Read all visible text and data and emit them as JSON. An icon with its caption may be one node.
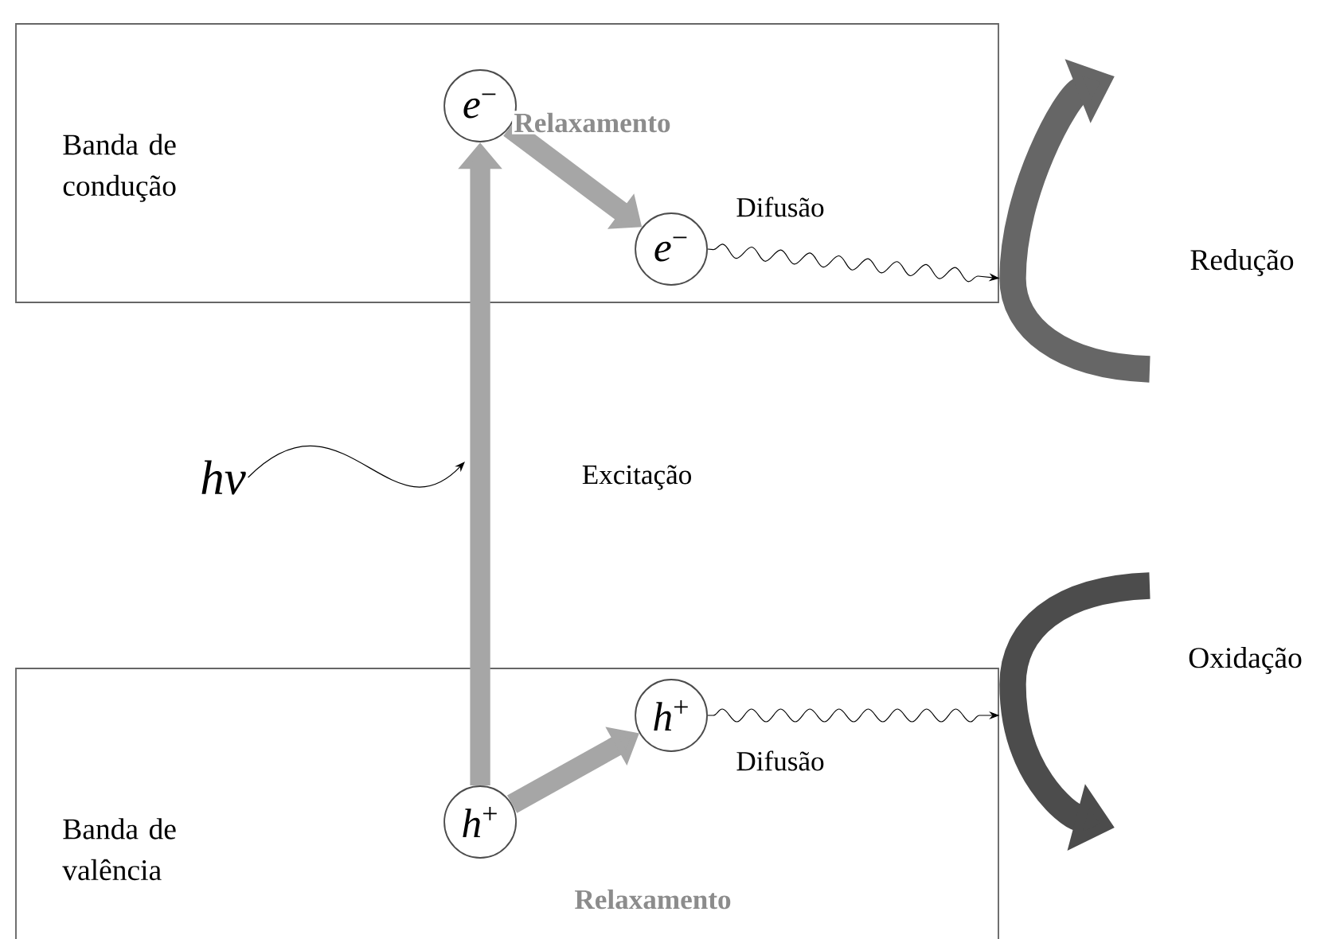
{
  "diagram": {
    "nodes": [
      {
        "text": [
          "Banda de condução"
        ]
      },
      {
        "text": [
          "Banda de valência"
        ]
      },
      {
        "text": [
          "*e*$^{−}$"
        ],
        "in": 0
      },
      {
        "text": [
          "*e*$^{−}$"
        ],
        "in": 0
      },
      {
        "text": [
          "*h*$^{+}$"
        ],
        "in": 1
      },
      {
        "text": [
          "*h*$^{+}$"
        ],
        "in": 1
      },
      {
        "text": [
          "*hν*"
        ]
      },
      {
        "text": [],
        "shape": "arrow",
        "beside": [
          "Redução"
        ]
      },
      {
        "text": [],
        "shape": "arrow",
        "beside": [
          "Oxidação"
        ]
      }
    ],
    "edges": [
      {
        "from": 5,
        "to": 2,
        "arrow": "to",
        "label": "Excitação",
        "style": "thick"
      },
      {
        "from": 2,
        "to": 3,
        "arrow": "to",
        "label": "Relaxamento",
        "style": "thick"
      },
      {
        "from": 5,
        "to": 4,
        "arrow": "to",
        "label": "Relaxamento",
        "style": "thick"
      },
      {
        "from": 3,
        "to": 7,
        "arrow": "to",
        "label": "Difusão",
        "color": "#000000"
      },
      {
        "from": 4,
        "to": 8,
        "arrow": "to",
        "label": "Difusão",
        "color": "#000000"
      },
      {
        "from": 6,
        "to": null,
        "arrow": "to",
        "color": "#000000"
      }
    ]
  }
}
